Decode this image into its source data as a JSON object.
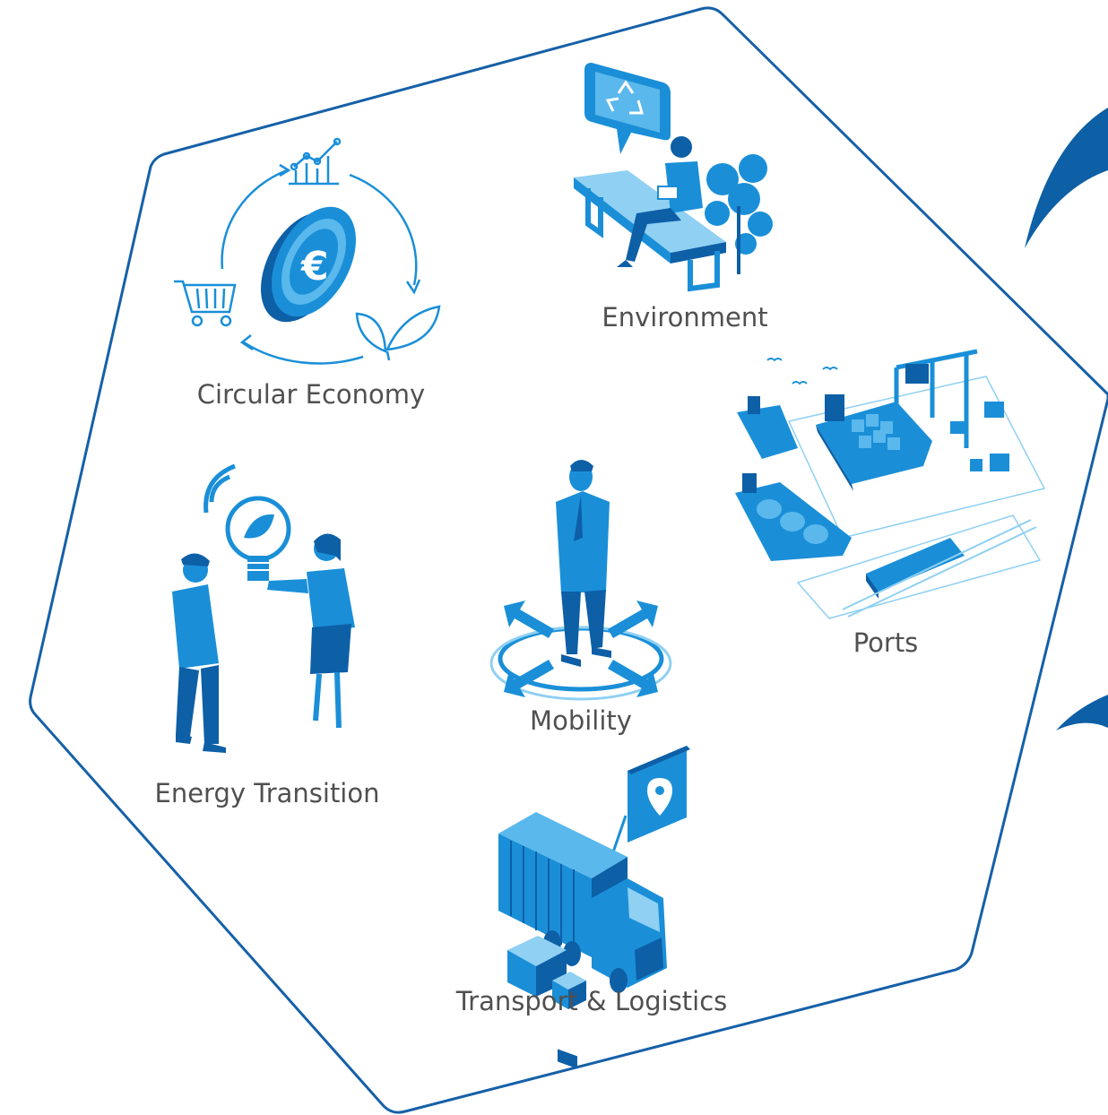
{
  "colors": {
    "primary": "#1a8fd8",
    "dark": "#0d5fa6",
    "light": "#8fd0f3",
    "outline": "#1560a8",
    "label": "#505050"
  },
  "sectors": [
    {
      "label": "Circular Economy",
      "icon": "euro-coin-cycle-icon"
    },
    {
      "label": "Environment",
      "icon": "person-on-bench-recycle-icon"
    },
    {
      "label": "Ports",
      "icon": "port-cargo-ships-icon"
    },
    {
      "label": "Mobility",
      "icon": "person-arrows-icon"
    },
    {
      "label": "Energy Transition",
      "icon": "people-lightbulb-icon"
    },
    {
      "label": "Transport & Logistics",
      "icon": "truck-location-icon"
    }
  ]
}
